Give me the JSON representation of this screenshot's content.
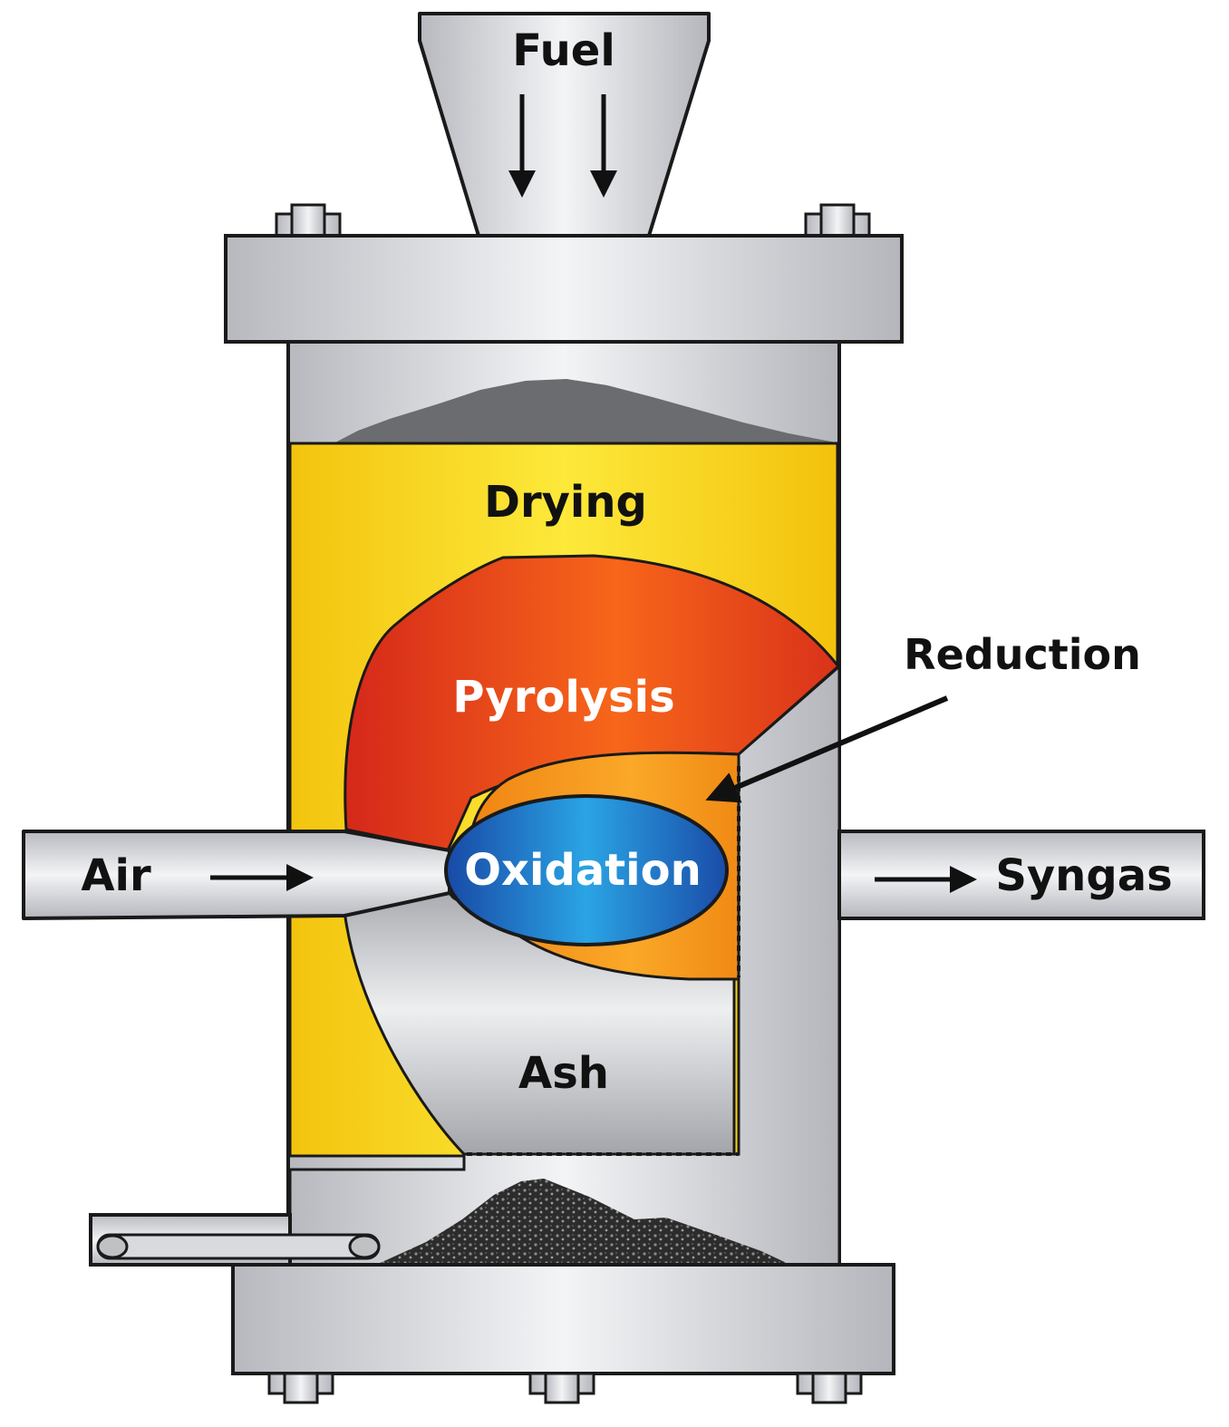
{
  "diagram": {
    "labels": {
      "fuel": "Fuel",
      "drying": "Drying",
      "pyrolysis": "Pyrolysis",
      "reduction": "Reduction",
      "oxidation": "Oxidation",
      "air": "Air",
      "syngas": "Syngas",
      "ash": "Ash"
    },
    "colors": {
      "steel": "#c4c6cb",
      "steel_light": "#f2f3f5",
      "outline": "#1a1a1a",
      "drying_zone": "#f7d21a",
      "pyrolysis_zone": "#e2401a",
      "reduction_zone": "#f39a18",
      "oxidation_zone": "#1f6cc4",
      "ash_zone": "#c8c9cc",
      "fuel_bed": "#6a6c70",
      "ash_pile": "#3a3a3a"
    }
  }
}
